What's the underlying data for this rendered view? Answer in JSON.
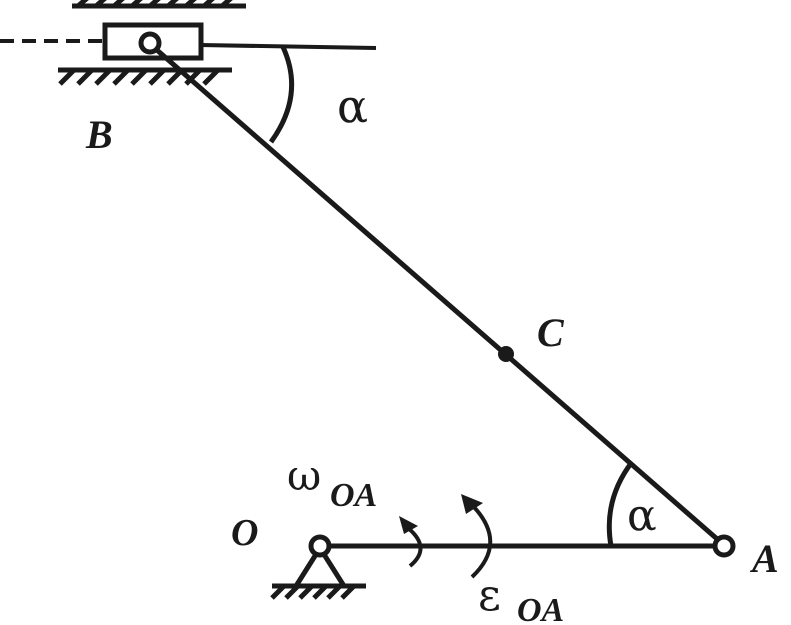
{
  "labels": {
    "point_b": "B",
    "point_c": "C",
    "point_o": "O",
    "point_a": "A",
    "angle_top": "α",
    "angle_bottom": "α",
    "omega_symbol": "ω",
    "omega_subscript": "OA",
    "epsilon_symbol": "ε",
    "epsilon_subscript": "OA"
  },
  "colors": {
    "ink": "#1a1a1a",
    "background": "#ffffff"
  }
}
